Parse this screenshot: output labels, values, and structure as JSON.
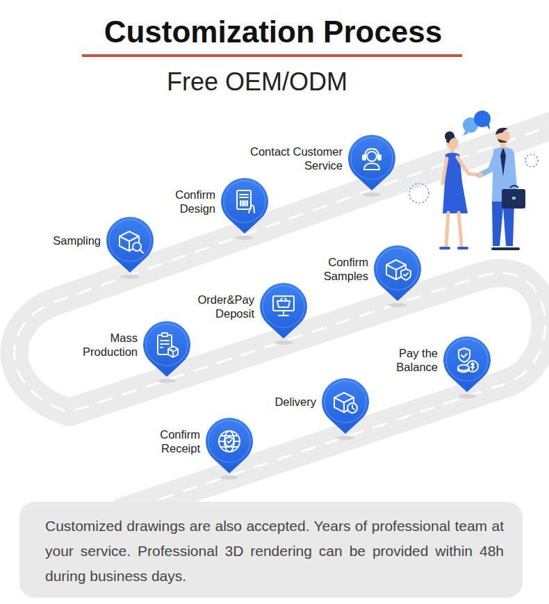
{
  "diagram": {
    "title": "Customization Process",
    "nodes": [
      {
        "text": [
          "Contact Customer Service"
        ]
      },
      {
        "text": [
          "Confirm Design"
        ]
      },
      {
        "text": [
          "Sampling"
        ]
      },
      {
        "text": [
          "Confirm Samples"
        ]
      },
      {
        "text": [
          "Order&Pay Deposit"
        ]
      },
      {
        "text": [
          "Mass Production"
        ]
      },
      {
        "text": [
          "Pay the Balance"
        ]
      },
      {
        "text": [
          "Delivery"
        ]
      },
      {
        "text": [
          "Confirm Receipt"
        ]
      },
      {
        "text": [
          "Customized drawings are also accepted. Years of professional team at your service. Professional 3D rendering can be provided within 48h during business days."
        ]
      }
    ],
    "labels": [
      "Free OEM/ODM"
    ]
  }
}
